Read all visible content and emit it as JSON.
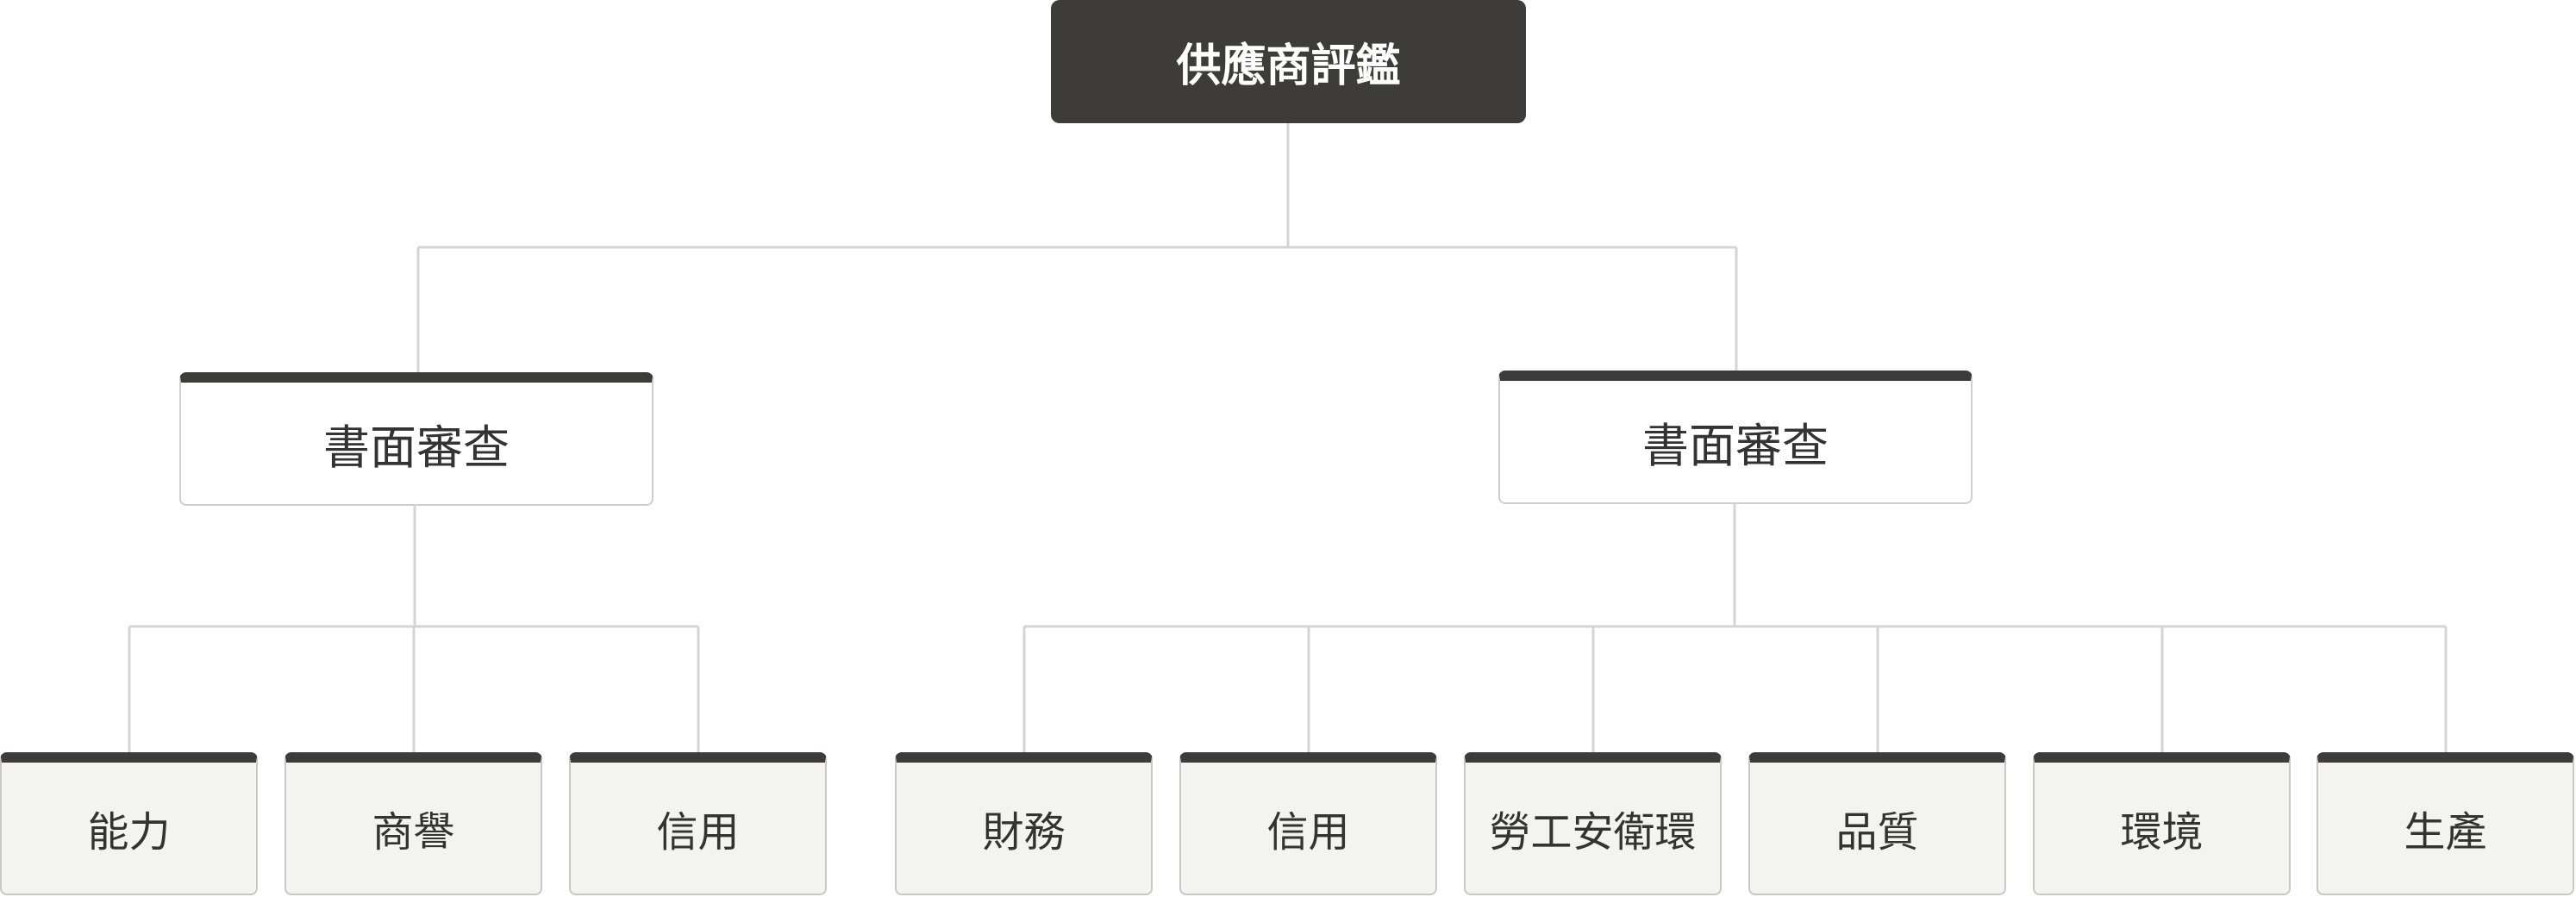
{
  "diagram": {
    "root": {
      "label": "供應商評鑑"
    },
    "branches": [
      {
        "label": "書面審查",
        "children": [
          "能力",
          "商譽",
          "信用"
        ]
      },
      {
        "label": "書面審查",
        "children": [
          "財務",
          "信用",
          "勞工安衛環",
          "品質",
          "環境",
          "生產"
        ]
      }
    ]
  },
  "colors": {
    "dark_header": "#3d3c3a",
    "connector": "#d4d4d4",
    "leaf_fill": "#f3f3ef",
    "mid_fill": "#ffffff",
    "text": "#333333"
  }
}
